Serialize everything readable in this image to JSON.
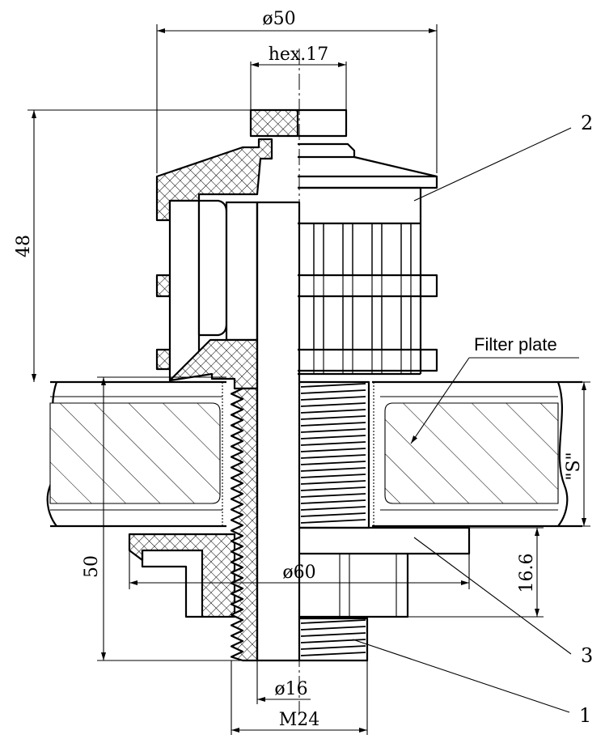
{
  "dimensions": {
    "outer_diameter": "ø50",
    "hex_size": "hex.17",
    "height_top": "48",
    "height_bottom": "50",
    "flange_diameter": "ø60",
    "flange_thickness": "16.6",
    "bore_diameter": "ø16",
    "thread": "M24",
    "plate_thickness": "\"S\""
  },
  "labels": {
    "filter_plate": "Filter plate"
  },
  "callouts": {
    "part_1": "1",
    "part_2": "2",
    "part_3": "3"
  }
}
